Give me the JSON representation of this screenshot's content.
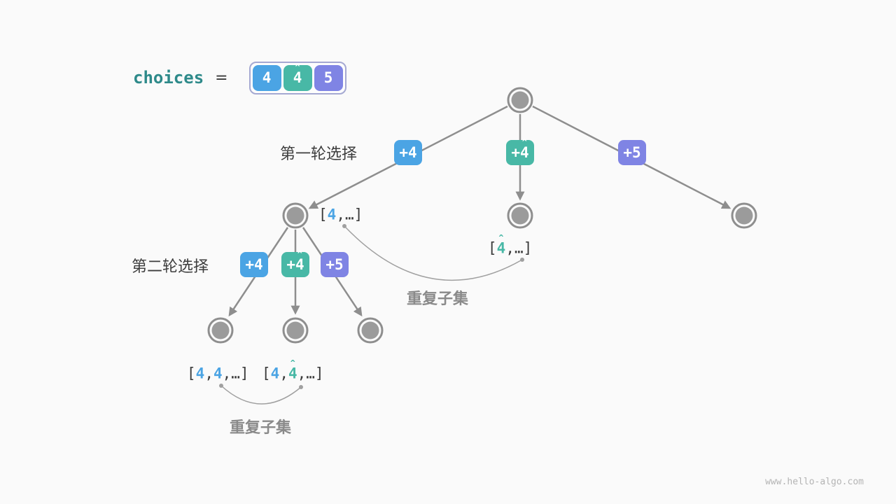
{
  "colors": {
    "blue": "#4BA4E4",
    "teal": "#48B8A6",
    "purple": "#7F84E4",
    "dark": "#3A3A3A",
    "grayLabel": "#8A8A8A",
    "choicesTeal": "#2E8A8A",
    "nodeGray": "#9B9B9B",
    "edgeGray": "#8E8E8E"
  },
  "header": {
    "choices_label": "choices",
    "equals": "=",
    "chips": [
      {
        "name": "4",
        "segments": [
          {
            "text": "4"
          }
        ]
      },
      {
        "name": "4-hat",
        "segments": [
          {
            "text": "4",
            "hat": "ˆ"
          }
        ]
      },
      {
        "name": "5",
        "segments": [
          {
            "text": "5"
          }
        ]
      }
    ]
  },
  "tree": {
    "round1_label": "第一轮选择",
    "round2_label": "第二轮选择",
    "edge_chips": {
      "l1_plus4": {
        "segments": [
          {
            "text": "+4"
          }
        ]
      },
      "l1_plus4hat": {
        "segments": [
          {
            "text": "+"
          },
          {
            "text": "4",
            "hat": "ˆ"
          }
        ]
      },
      "l1_plus5": {
        "segments": [
          {
            "text": "+5"
          }
        ]
      },
      "l2_plus4": {
        "segments": [
          {
            "text": "+4"
          }
        ]
      },
      "l2_plus4hat": {
        "segments": [
          {
            "text": "+"
          },
          {
            "text": "4",
            "hat": "ˆ"
          }
        ]
      },
      "l2_plus5": {
        "segments": [
          {
            "text": "+5"
          }
        ]
      }
    },
    "subset_labels": {
      "s_4": {
        "segments": [
          {
            "text": "["
          },
          {
            "text": "4",
            "color": "blue",
            "bold": true
          },
          {
            "text": ",…]"
          }
        ]
      },
      "s_4hat": {
        "segments": [
          {
            "text": "["
          },
          {
            "text": "4",
            "color": "teal",
            "bold": true,
            "hat": "ˆ"
          },
          {
            "text": ",…]"
          }
        ]
      },
      "s_44": {
        "segments": [
          {
            "text": "["
          },
          {
            "text": "4",
            "color": "blue",
            "bold": true
          },
          {
            "text": ","
          },
          {
            "text": "4",
            "color": "blue",
            "bold": true
          },
          {
            "text": ",…]"
          }
        ]
      },
      "s_44hat": {
        "segments": [
          {
            "text": "["
          },
          {
            "text": "4",
            "color": "blue",
            "bold": true
          },
          {
            "text": ","
          },
          {
            "text": "4",
            "color": "teal",
            "bold": true,
            "hat": "ˆ"
          },
          {
            "text": ",…]"
          }
        ]
      }
    },
    "duplicate_labels": [
      "重复子集",
      "重复子集"
    ]
  },
  "footer": {
    "watermark": "www.hello-algo.com"
  }
}
